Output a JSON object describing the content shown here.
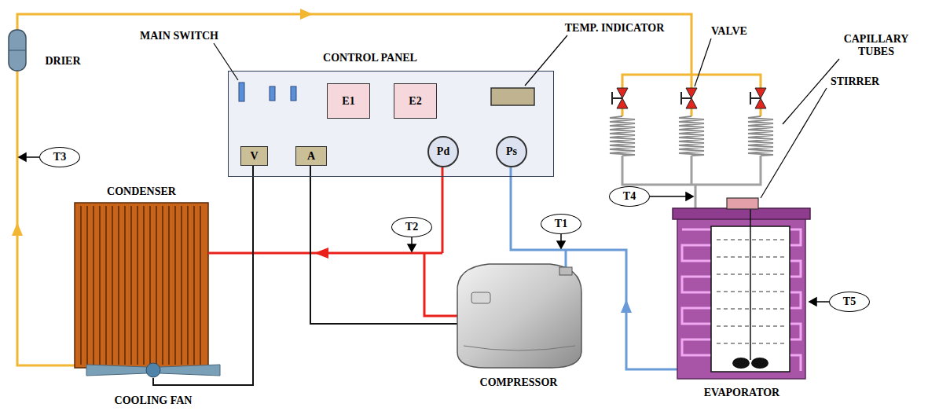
{
  "diagram": {
    "nodes": [
      {
        "text": [
          "CONTROL PANEL"
        ]
      },
      {
        "text": [
          "E1"
        ],
        "in": 0
      },
      {
        "text": [
          "E2"
        ],
        "in": 0
      },
      {
        "text": [
          "V"
        ],
        "in": 0
      },
      {
        "text": [
          "A"
        ],
        "in": 0
      },
      {
        "text": [
          "Pd"
        ],
        "in": 0
      },
      {
        "text": [
          "Ps"
        ],
        "in": 0
      },
      {
        "text": [
          "T2"
        ]
      },
      {
        "text": [
          "T1"
        ]
      },
      {
        "text": [
          "T3"
        ]
      },
      {
        "text": [
          "T4"
        ]
      },
      {
        "text": [
          "T5"
        ]
      }
    ],
    "labels": [
      "MAIN SWITCH",
      "TEMP. INDICATOR",
      "VALVE",
      "CAPILLARY TUBES",
      "DRIER",
      "STIRRER",
      "CONDENSER",
      "COMPRESSOR",
      "EVAPORATOR",
      "COOLING FAN"
    ]
  }
}
